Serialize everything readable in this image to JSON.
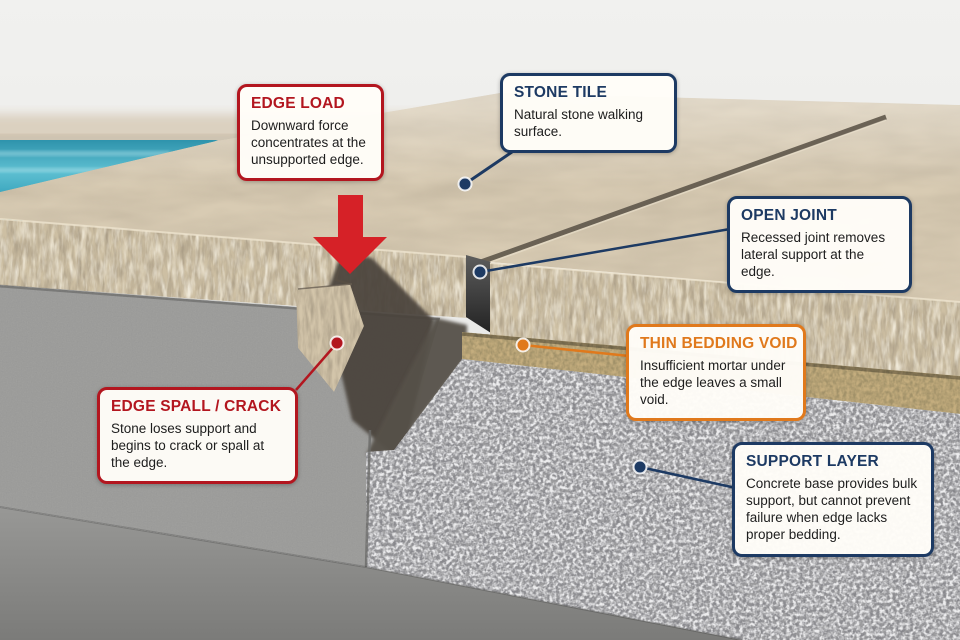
{
  "figure": {
    "kind": "stone tile edge failure cutaway illustration",
    "colors": {
      "background": "#ececea",
      "pool_water": "#2f9fb8",
      "stone_tile": "#d8cbb3",
      "open_joint_slot": "#3d3d3d",
      "mortar_bed": "#c4ad7e",
      "support_concrete": "#9c9c9e",
      "base_layer": "#8a8a88",
      "load_arrow": "#d62127",
      "accent_red": "#b3161f",
      "accent_navy": "#1d3a63",
      "accent_orange": "#e0791c"
    }
  },
  "callouts": [
    {
      "id": "edge-load",
      "title": "EDGE LOAD",
      "body": "Downward force concentrates at the unsupported edge.",
      "accent": "#b3161f"
    },
    {
      "id": "stone-tile",
      "title": "STONE TILE",
      "body": "Natural stone walking surface.",
      "accent": "#1d3a63"
    },
    {
      "id": "open-joint",
      "title": "OPEN JOINT",
      "body": "Recessed joint removes lateral support at the edge.",
      "accent": "#1d3a63"
    },
    {
      "id": "thin-bedding-void",
      "title": "THIN BEDDING VOID",
      "body": "Insufficient mortar under the edge leaves a small void.",
      "accent": "#e0791c"
    },
    {
      "id": "edge-spall-crack",
      "title": "EDGE SPALL / CRACK",
      "body": "Stone loses support and begins to crack or spall at the edge.",
      "accent": "#b3161f"
    },
    {
      "id": "support-layer",
      "title": "SUPPORT LAYER",
      "body": "Concrete base provides bulk support, but cannot prevent failure when edge lacks proper bedding.",
      "accent": "#1d3a63"
    }
  ]
}
